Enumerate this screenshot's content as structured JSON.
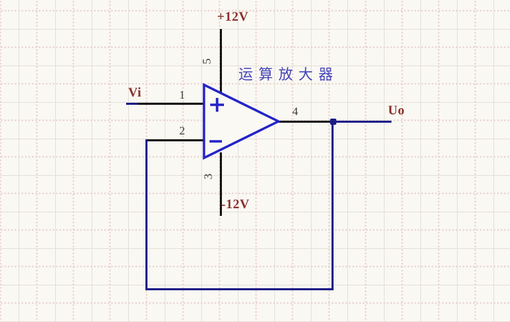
{
  "schematic": {
    "component_label": "运算放大器",
    "net_labels": {
      "input": "Vi",
      "output": "Uo",
      "positive_supply": "+12V",
      "negative_supply": "-12V"
    },
    "pin_numbers": {
      "noninverting_input": "1",
      "inverting_input": "2",
      "negative_supply": "3",
      "output": "4",
      "positive_supply": "5"
    },
    "opamp_symbols": {
      "noninverting": "+",
      "inverting": "−"
    },
    "colors": {
      "background": "#faf8f3",
      "grid_major": "#e3e0d7",
      "grid_minor": "#e7d1cb",
      "pin_line": "#141414",
      "wire": "#1c1c87",
      "opamp_outline": "#2323c8",
      "net_label_text": "#8a322c",
      "pin_number_text": "#3d3d3d",
      "component_label_text": "#4444b8"
    }
  }
}
